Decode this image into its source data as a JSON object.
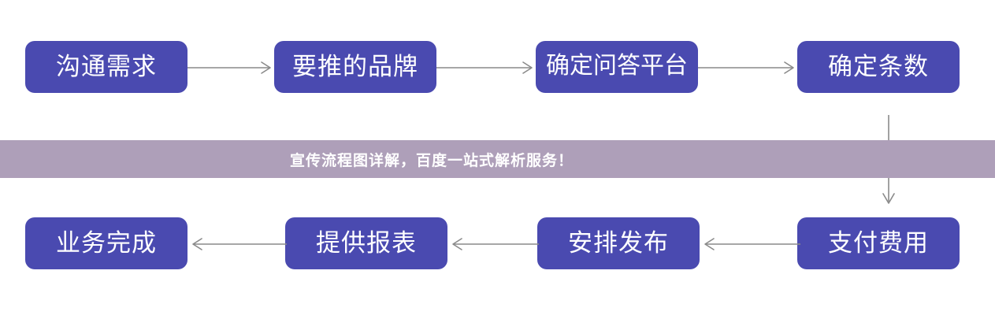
{
  "diagram": {
    "title": "宣传流程图",
    "box_color": "#4a4ab0",
    "box_text_color": "#ffffff",
    "arrow_color": "#8a8a8a",
    "background": "#ffffff",
    "top_row": [
      {
        "id": "top-1",
        "label": "沟通需求"
      },
      {
        "id": "top-2",
        "label": "要推的品牌"
      },
      {
        "id": "top-3",
        "label": "确定问答平台"
      },
      {
        "id": "top-4",
        "label": "确定条数"
      }
    ],
    "bottom_row": [
      {
        "id": "bot-1",
        "label": "业务完成"
      },
      {
        "id": "bot-2",
        "label": "提供报表"
      },
      {
        "id": "bot-3",
        "label": "安排发布"
      },
      {
        "id": "bot-4",
        "label": "支付费用"
      }
    ],
    "connectors": [
      {
        "id": "top-1-to-top-2",
        "direction": "right"
      },
      {
        "id": "top-2-to-top-3",
        "direction": "right"
      },
      {
        "id": "top-3-to-top-4",
        "direction": "right"
      },
      {
        "id": "top-4-to-bot-4",
        "direction": "down"
      },
      {
        "id": "bot-4-to-bot-3",
        "direction": "left"
      },
      {
        "id": "bot-3-to-bot-2",
        "direction": "left"
      },
      {
        "id": "bot-2-to-bot-1",
        "direction": "left"
      }
    ]
  },
  "banner": {
    "text": "宣传流程图详解，百度一站式解析服务！",
    "background": "#ae9fb9",
    "text_color": "#ffffff"
  }
}
